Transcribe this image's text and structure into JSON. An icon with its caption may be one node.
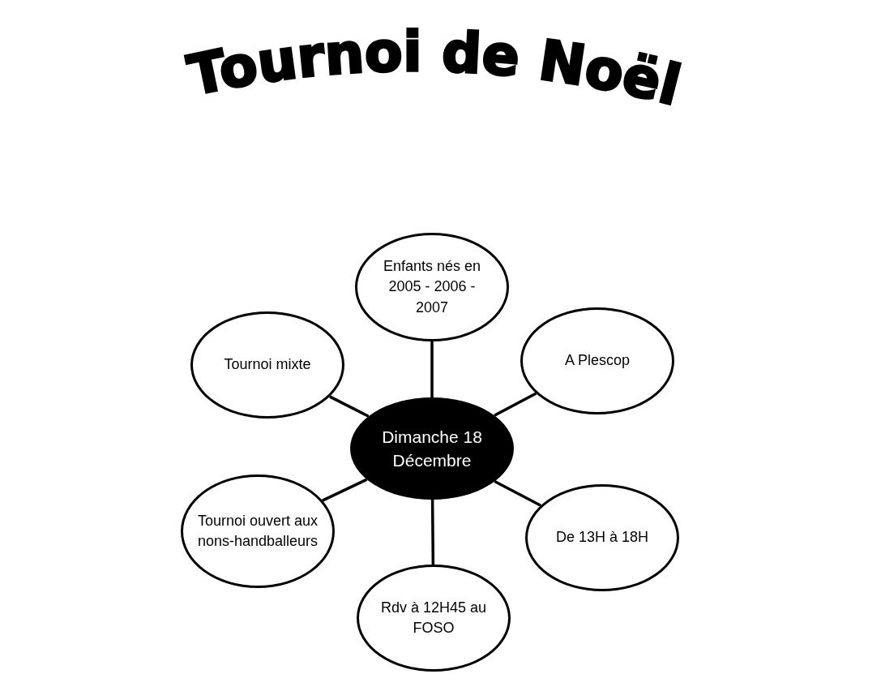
{
  "diagram": {
    "title": "Tournoi de Noël",
    "nodes": [
      {
        "text": [
          "Dimanche 18 Décembre"
        ]
      },
      {
        "text": [
          "Enfants nés en 2005 - 2006 - 2007"
        ]
      },
      {
        "text": [
          "A Plescop"
        ]
      },
      {
        "text": [
          "De 13H à 18H"
        ]
      },
      {
        "text": [
          "Rdv à 12H45 au FOSO"
        ]
      },
      {
        "text": [
          "Tournoi ouvert aux nons-handballeurs"
        ]
      },
      {
        "text": [
          "Tournoi mixte"
        ]
      }
    ],
    "edges": [
      {
        "from": 0,
        "to": 1,
        "arrow": "none"
      },
      {
        "from": 0,
        "to": 2,
        "arrow": "none"
      },
      {
        "from": 0,
        "to": 3,
        "arrow": "none"
      },
      {
        "from": 0,
        "to": 4,
        "arrow": "none"
      },
      {
        "from": 0,
        "to": 5,
        "arrow": "none"
      },
      {
        "from": 0,
        "to": 6,
        "arrow": "none"
      }
    ]
  }
}
